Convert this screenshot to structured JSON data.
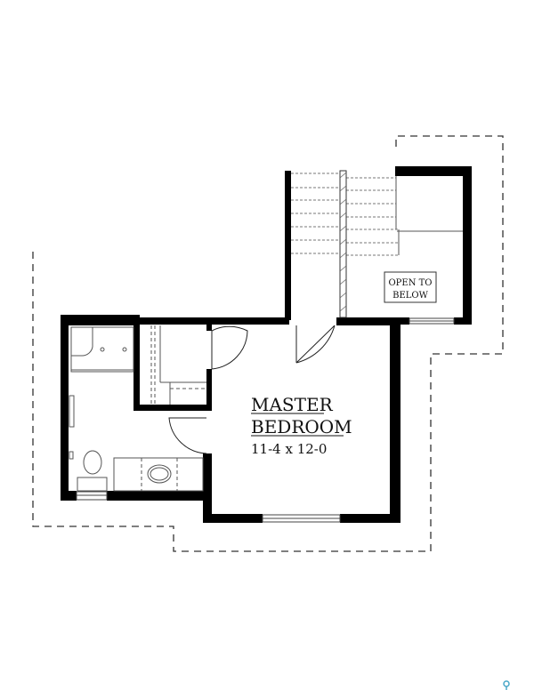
{
  "rooms": {
    "master_bedroom": {
      "name_line1": "MASTER",
      "name_line2": "BEDROOM",
      "dimensions": "11-4 x 12-0"
    },
    "open_to_below": {
      "line1": "OPEN TO",
      "line2": "BELOW"
    }
  },
  "colors": {
    "wall": "#000000",
    "fixture": "#555555",
    "marker": "#4aa8c8"
  },
  "icons": {
    "corner_marker": "map-pin-icon"
  }
}
